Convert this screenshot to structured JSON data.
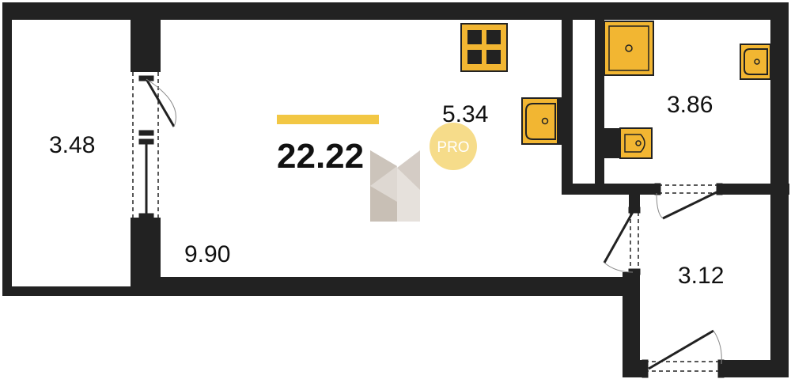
{
  "plan": {
    "total_area": "22.22",
    "rooms": {
      "balcony": "3.48",
      "living": "9.90",
      "kitchen": "5.34",
      "bathroom": "3.86",
      "hallway": "3.12"
    },
    "badge": "PRO",
    "colors": {
      "wall": "#222222",
      "fixture": "#f2b632",
      "accent_bar": "#f2c744",
      "badge": "#f6dc8a",
      "logo": "#c9c0b8"
    }
  }
}
